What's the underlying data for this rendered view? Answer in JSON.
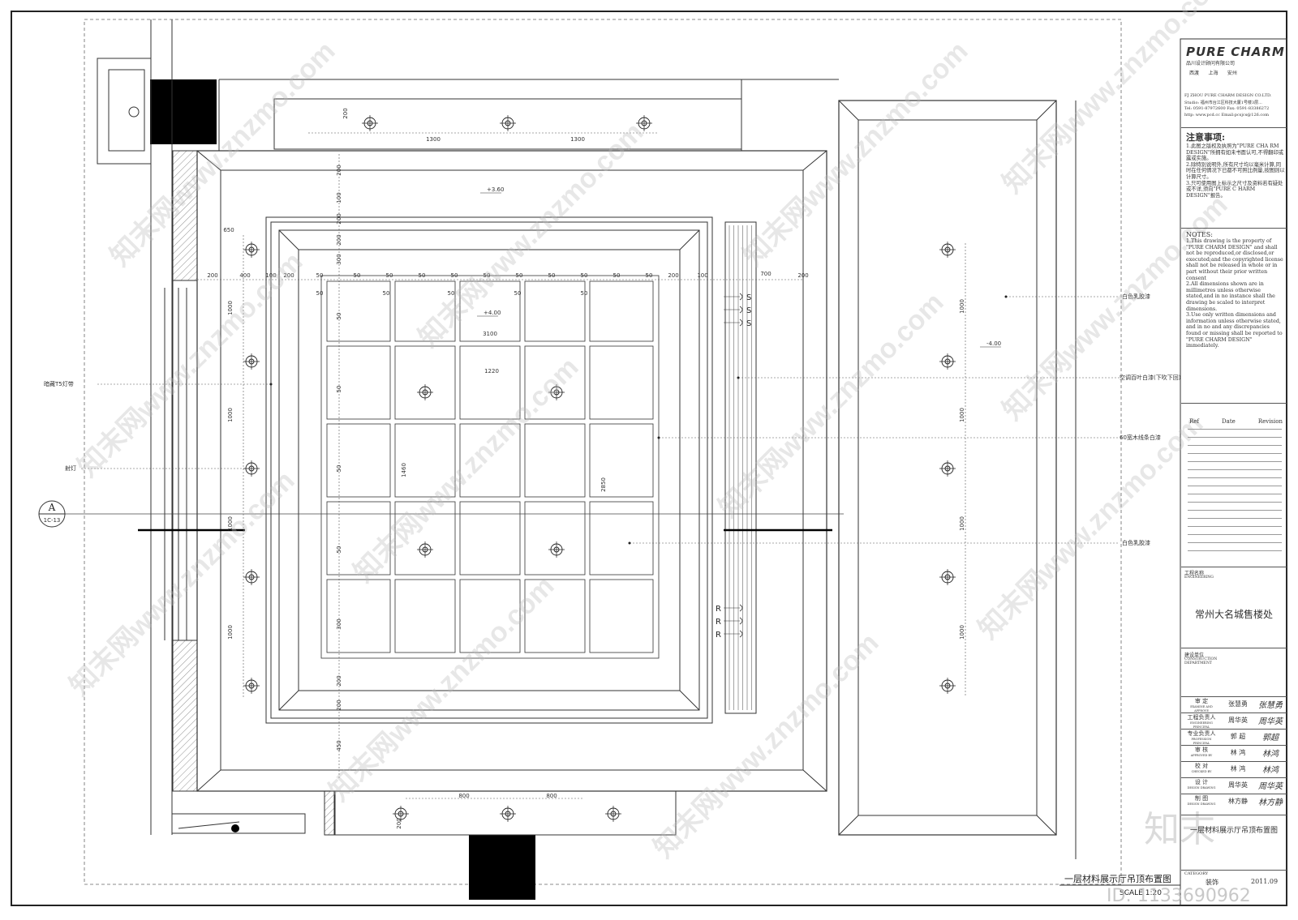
{
  "plan": {
    "labels": {
      "warm_light": "暗藏T5灯带",
      "spot": "射灯",
      "paint_right1": "白色乳胶漆",
      "vent": "空调百叶白漆(下吹下回)",
      "wood_strip": "60宽木线条白漆",
      "paint_right2": "白色乳胶漆"
    },
    "section_mark": {
      "letter": "A",
      "ref": "1C-13"
    },
    "levels": {
      "l1": "+3.60",
      "l2": "+4.00",
      "l3": "-4.00"
    },
    "dims": {
      "top_1300a": "1300",
      "top_1300b": "1300",
      "top_200": "200",
      "d650": "650",
      "d700": "700",
      "d3100": "3100",
      "d1220": "1220",
      "d1460": "1460",
      "d2850": "2850",
      "bot_800a": "800",
      "bot_800b": "800",
      "bot_200": "200",
      "left_1000a": "1000",
      "left_1000b": "1000",
      "left_1000c": "1000",
      "left_1000d": "1000",
      "right_1000a": "1000",
      "right_1000b": "1000",
      "right_1000c": "1000",
      "right_1000d": "1000",
      "row": [
        "200",
        "400",
        "100",
        "200",
        "50",
        "50",
        "50",
        "50",
        "200",
        "100",
        "200"
      ],
      "col": [
        "200",
        "100",
        "200",
        "200",
        "300",
        "50",
        "50",
        "50",
        "50",
        "300",
        "200",
        "200",
        "450"
      ]
    },
    "grille_s": [
      "S",
      "S",
      "S"
    ],
    "grille_r": [
      "R",
      "R",
      "R"
    ],
    "bottom_caption": "一层材料展示厅吊顶布置图",
    "scale_caption": "SCALE 1:20"
  },
  "titleblock": {
    "brand": "PURE CHARM",
    "brand_cn": "品川设计顾问有限公司",
    "cities": "西渡      上海      安州",
    "company_en": "FJ ZHOU PURE CHARM DESIGN CO.LTD.",
    "studio": "Studio: 福州市台江区科技大厦1号楼3层...",
    "tel": "Tel: 0591-87972600    Fax: 0591-83386272",
    "http": "http: www.pcd.cc  Email:pcsjcs@126.com",
    "notes_cn_title": "注意事项:",
    "notes_cn": [
      "1.此图之版权及执照为\"PURE CHA RM DESIGN\"所拥有如未书面认可,不得翻印或露或实施。",
      "2.除特别说明外,所有尺寸均以毫米计算,同时在任何情况下已都不可照比例量,按图则以计算尺寸。",
      "3.只可使用图上标示之尺寸及资料若有疑处或不详,须向\"PURE C HARM DESIGN\"报告。"
    ],
    "notes_en_title": "NOTES:",
    "notes_en": [
      "1.This drawing is the property of \"PURE CHARM DESIGN\" and shall not be reproduced,or disclosed,or executed;and the copyrighted license shall not be released in whole or in part without their prior written consent",
      "2.All dimensions shown are in millimetres unless otherwise stated,and in no instance shall the drawing be scaled to interpret dimensions.",
      "3.Use only written dimensions and information unless otherwise stated, and in no and any discrepancies found or missing shall be reported to \"PURE CHARM DESIGN\" immediately."
    ],
    "rev_headers": [
      "Ref",
      "Date",
      "Revision"
    ],
    "engineering_cn": "工程名称",
    "engineering_en": "ENGINEERING",
    "project": "常州大名城售楼处",
    "dept_cn": "建设单位",
    "dept_en": "CONSTRUCTION DEPARTMENT",
    "signatures": [
      {
        "role": "审 定",
        "role_en": "EXAMINE AND APPROVE",
        "name": "张慧勇",
        "mark": "张慧勇"
      },
      {
        "role": "工程负责人",
        "role_en": "ENGINEERING PRINCIPAL",
        "name": "周华英",
        "mark": "周华英"
      },
      {
        "role": "专业负责人",
        "role_en": "PROFESSION PRINCIPAL",
        "name": "郭 超",
        "mark": "郭超"
      },
      {
        "role": "审 核",
        "role_en": "APPROVED BY",
        "name": "林 鸿",
        "mark": "林鸿"
      },
      {
        "role": "校 对",
        "role_en": "CHECKED BY",
        "name": "林 鸿",
        "mark": "林鸿"
      },
      {
        "role": "设 计",
        "role_en": "DESIGN DRAWING",
        "name": "周华英",
        "mark": "周华英"
      },
      {
        "role": "制 图",
        "role_en": "DESIGN DRAWING",
        "name": "林方静",
        "mark": "林方静"
      }
    ],
    "drawing_title": "一层材料展示厅吊顶布置图",
    "category": "CATEGORY",
    "drawing_no": "装饰",
    "date": "2011.09"
  },
  "watermarks": {
    "site": "知末网www.znzmo.com",
    "brand": "知末",
    "id": "ID: 1133690962"
  }
}
